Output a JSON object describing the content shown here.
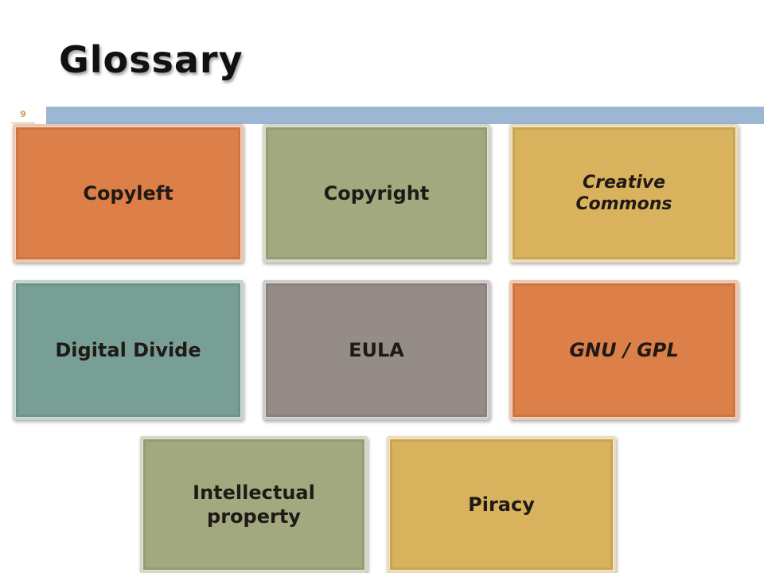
{
  "slide": {
    "title": "Glossary",
    "page_number": "9"
  },
  "colors": {
    "orange": "#dd7f49",
    "olive": "#a2a97f",
    "gold": "#d9b25d",
    "teal": "#779f96",
    "taupe": "#958b87",
    "rule": "#9bb7d4"
  },
  "tiles": [
    {
      "label": "Copyleft",
      "color": "#dd7f49"
    },
    {
      "label": "Copyright",
      "color": "#a2a97f"
    },
    {
      "label": "Creative Commons",
      "color": "#d9b25d"
    },
    {
      "label": "Digital Divide",
      "color": "#779f96"
    },
    {
      "label": "EULA",
      "color": "#958b87"
    },
    {
      "label": "GNU / GPL",
      "color": "#dd7f49"
    },
    {
      "label": "Intellectual property",
      "color": "#a2a97f"
    },
    {
      "label": "Piracy",
      "color": "#d9b25d"
    }
  ]
}
